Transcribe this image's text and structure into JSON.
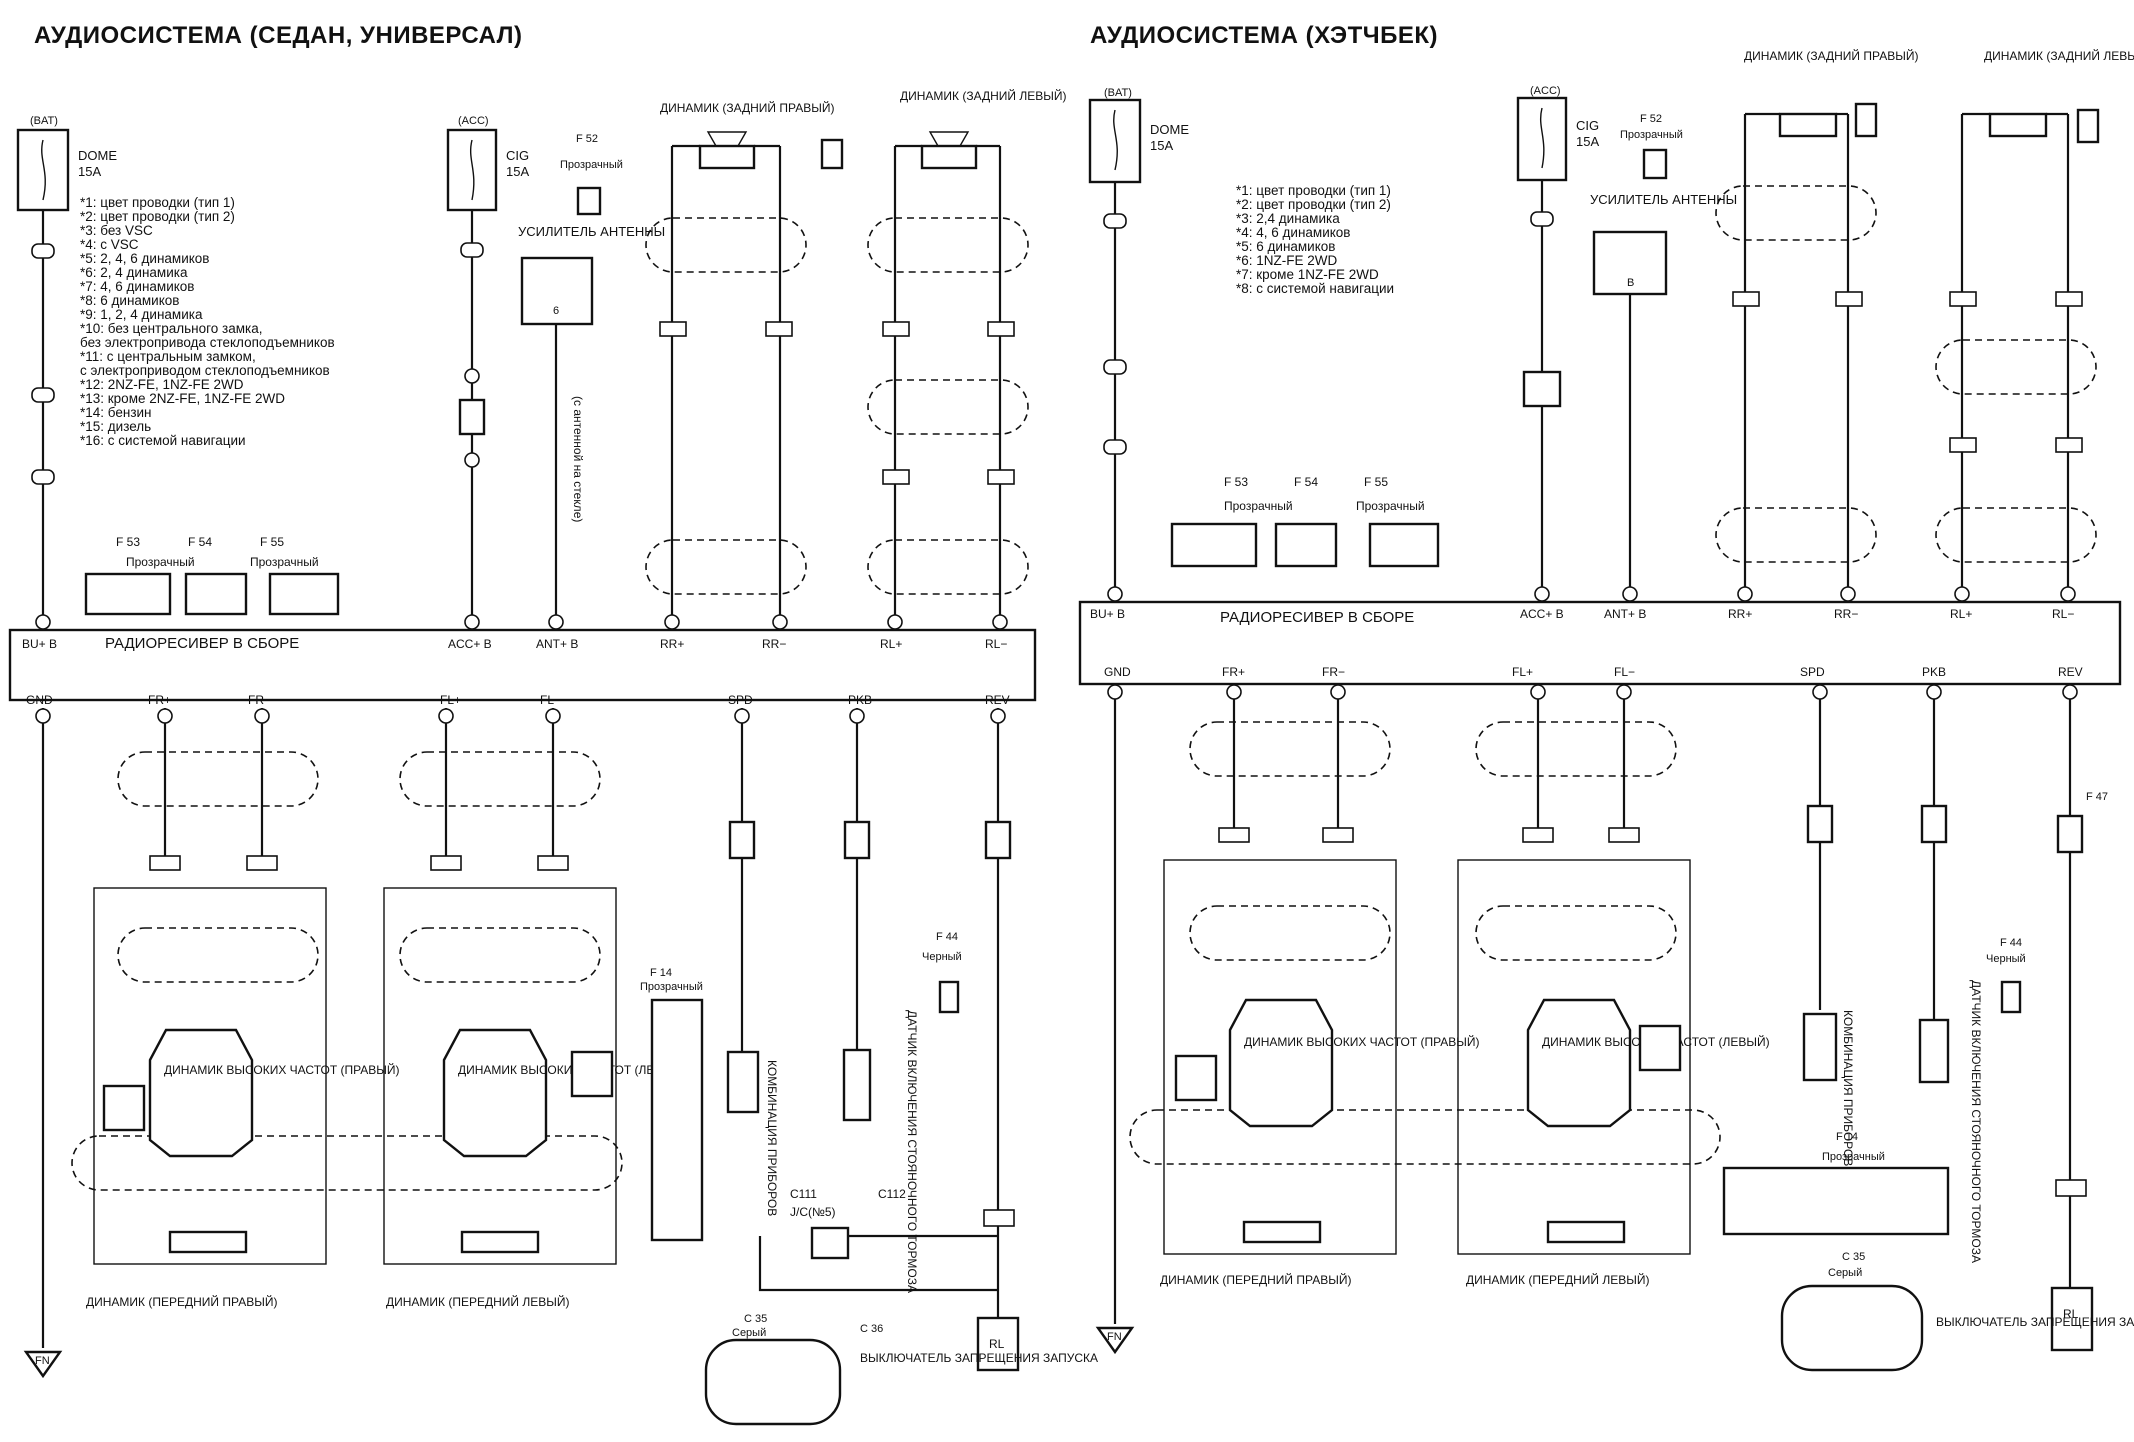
{
  "left_panel": {
    "title": "АУДИОСИСТЕМА (СЕДАН, УНИВЕРСАЛ)",
    "receiver_label": "РАДИОРЕСИВЕР В СБОРЕ",
    "fuse_dome": {
      "tag": "(BAT)",
      "name": "DOME",
      "rating": "15A"
    },
    "fuse_cig": {
      "tag": "(ACC)",
      "name": "CIG",
      "rating": "15A"
    },
    "antenna_amp": "УСИЛИТЕЛЬ АНТЕННЫ",
    "antenna_pin": "6",
    "antenna_note": "(с антенной на стекле)",
    "f52": "F 52",
    "transparent": "Прозрачный",
    "rear_right": "ДИНАМИК (ЗАДНИЙ ПРАВЫЙ)",
    "rear_left": "ДИНАМИК (ЗАДНИЙ ЛЕВЫЙ)",
    "front_right": "ДИНАМИК (ПЕРЕДНИЙ ПРАВЫЙ)",
    "front_left": "ДИНАМИК (ПЕРЕДНИЙ ЛЕВЫЙ)",
    "tweeter_right": "ДИНАМИК ВЫСОКИХ ЧАСТОТ (ПРАВЫЙ)",
    "tweeter_left": "ДИНАМИК ВЫСОКИХ ЧАСТОТ (ЛЕВЫЙ)",
    "combo": "КОМБИНАЦИЯ ПРИБОРОВ",
    "parking": "ДАТЧИК ВКЛЮЧЕНИЯ СТОЯНОЧНОГО ТОРМОЗА",
    "inhibitor": "ВЫКЛЮЧАТЕЛЬ ЗАПРЕЩЕНИЯ ЗАПУСКА",
    "c35": "C 35",
    "c36": "C 36",
    "grey": "Серый",
    "black": "Черный",
    "f14": "F 14",
    "f44": "F 44",
    "jc5": "J/C(№5)",
    "c111": "C111",
    "c112": "C112",
    "rl": "RL",
    "fn": "FN",
    "f53": "F 53",
    "f54": "F 54",
    "f55": "F 55",
    "top_pins": [
      "BU+ B",
      "ACC+ B",
      "ANT+ B",
      "RR+",
      "RR−",
      "RL+",
      "RL−"
    ],
    "bottom_pins": [
      "GND",
      "FR+",
      "FR−",
      "FL+",
      "FL−",
      "SPD",
      "PKB",
      "REV"
    ],
    "notes": [
      "*1: цвет проводки (тип 1)",
      "*2: цвет проводки (тип 2)",
      "*3: без VSC",
      "*4: с VSC",
      "*5: 2, 4, 6 динамиков",
      "*6: 2, 4 динамика",
      "*7: 4, 6 динамиков",
      "*8: 6 динамиков",
      "*9: 1, 2, 4 динамика",
      "*10: без центрального замка,",
      "      без электропривода стеклоподъемников",
      "*11: с центральным замком,",
      "      с электроприводом стеклоподъемников",
      "*12: 2NZ-FE, 1NZ-FE 2WD",
      "*13: кроме 2NZ-FE, 1NZ-FE 2WD",
      "*14: бензин",
      "*15: дизель",
      "*16: с системой навигации"
    ]
  },
  "right_panel": {
    "title": "АУДИОСИСТЕМА (ХЭТЧБЕК)",
    "receiver_label": "РАДИОРЕСИВЕР В СБОРЕ",
    "fuse_dome": {
      "tag": "(BAT)",
      "name": "DOME",
      "rating": "15A"
    },
    "fuse_cig": {
      "tag": "(ACC)",
      "name": "CIG",
      "rating": "15A"
    },
    "antenna_amp": "УСИЛИТЕЛЬ АНТЕННЫ",
    "antenna_pin": "B",
    "f52": "F 52",
    "transparent": "Прозрачный",
    "rear_right": "ДИНАМИК (ЗАДНИЙ ПРАВЫЙ)",
    "rear_left": "ДИНАМИК (ЗАДНИЙ ЛЕВЫЙ)",
    "front_right": "ДИНАМИК (ПЕРЕДНИЙ ПРАВЫЙ)",
    "front_left": "ДИНАМИК (ПЕРЕДНИЙ ЛЕВЫЙ)",
    "tweeter_right": "ДИНАМИК ВЫСОКИХ ЧАСТОТ (ПРАВЫЙ)",
    "tweeter_left": "ДИНАМИК ВЫСОКИХ ЧАСТОТ (ЛЕВЫЙ)",
    "combo": "КОМБИНАЦИЯ ПРИБОРОВ",
    "parking": "ДАТЧИК ВКЛЮЧЕНИЯ СТОЯНОЧНОГО ТОРМОЗА",
    "inhibitor": "ВЫКЛЮЧАТЕЛЬ ЗАПРЕЩЕНИЯ ЗАПУСКА",
    "c35": "C 35",
    "grey": "Серый",
    "black": "Черный",
    "f14": "F 14",
    "f44": "F 44",
    "f47": "F 47",
    "rl": "RL",
    "fn": "FN",
    "f53": "F 53",
    "f54": "F 54",
    "f55": "F 55",
    "top_pins": [
      "BU+ B",
      "ACC+ B",
      "ANT+ B",
      "RR+",
      "RR−",
      "RL+",
      "RL−"
    ],
    "bottom_pins": [
      "GND",
      "FR+",
      "FR−",
      "FL+",
      "FL−",
      "SPD",
      "PKB",
      "REV"
    ],
    "notes": [
      "*1: цвет проводки (тип 1)",
      "*2: цвет проводки (тип 2)",
      "*3: 2,4 динамика",
      "*4: 4, 6 динамиков",
      "*5: 6 динамиков",
      "*6: 1NZ-FE 2WD",
      "*7: кроме 1NZ-FE 2WD",
      "*8: с системой навигации"
    ]
  }
}
